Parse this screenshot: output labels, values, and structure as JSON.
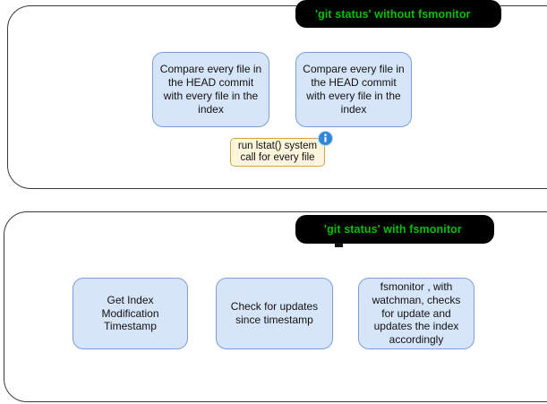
{
  "diagram": {
    "sections": [
      {
        "id": "without-fsmonitor",
        "banner_label": "'git status' without fsmonitor",
        "nodes": [
          {
            "id": "head-compare-a",
            "label": "Compare every file in the HEAD commit with every file in the index"
          },
          {
            "id": "head-compare-b",
            "label": "Compare every file in the HEAD commit with every file in the index"
          }
        ],
        "note": {
          "id": "lstat-note",
          "label": "run lstat() system call for every file",
          "icon": "info-icon"
        }
      },
      {
        "id": "with-fsmonitor",
        "banner_label": "'git status' with fsmonitor",
        "nodes": [
          {
            "id": "index-timestamp",
            "label": "Get Index Modification Timestamp"
          },
          {
            "id": "check-updates",
            "label": "Check for updates since timestamp"
          },
          {
            "id": "fsmonitor-watchman",
            "label": "fsmonitor , with watchman, checks for update and updates the index accordingly"
          }
        ]
      }
    ],
    "colors": {
      "banner_background": "#000000",
      "banner_text": "#00c000",
      "node_fill": "#d7e5f8",
      "node_border": "#7a9fd4",
      "note_fill": "#fdf6dd",
      "note_border": "#d4a440",
      "panel_border": "#3b3b3b",
      "page_background": "#ffffff",
      "info_icon": "#2f86d6"
    }
  }
}
